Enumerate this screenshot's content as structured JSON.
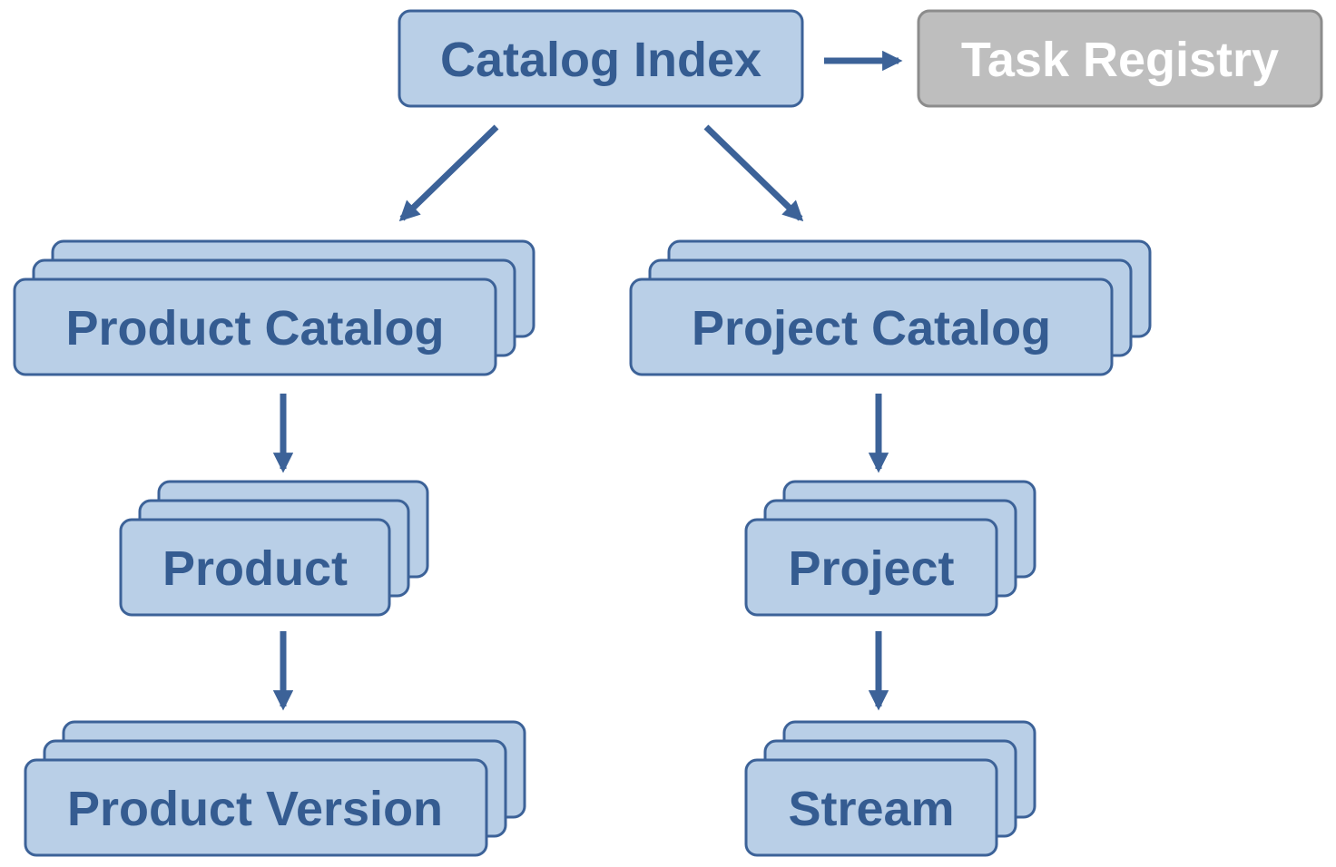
{
  "colors": {
    "box_fill": "#B9CFE7",
    "box_stroke": "#3C6298",
    "text": "#355C91",
    "arrow": "#3C6298",
    "inactive_fill": "#BEBEBE",
    "inactive_stroke": "#8C8C8C",
    "inactive_text": "#FFFFFF"
  },
  "nodes": {
    "catalog_index": "Catalog Index",
    "task_registry": "Task Registry",
    "product_catalog": "Product Catalog",
    "project_catalog": "Project Catalog",
    "product": "Product",
    "project": "Project",
    "product_version": "Product Version",
    "stream": "Stream"
  }
}
